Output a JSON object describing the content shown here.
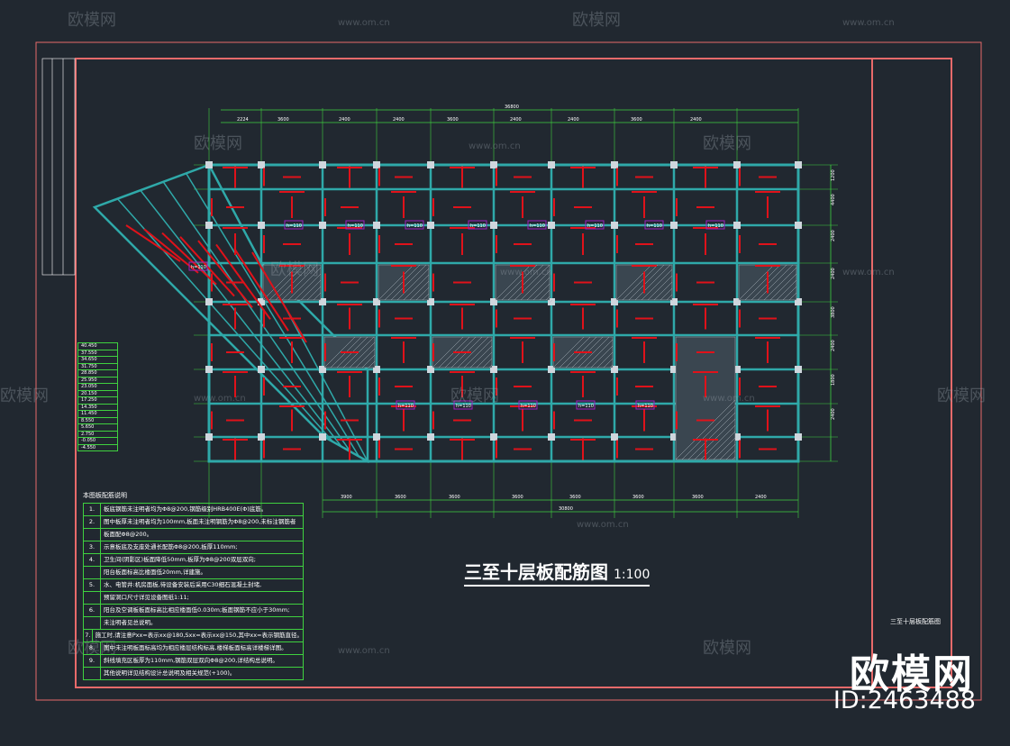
{
  "drawing": {
    "title": "三至十层板配筋图",
    "scale": "1:100",
    "stamp": "三至十层板配筋图",
    "total_dim_top": "36800",
    "total_dim_bottom": "30800",
    "top_dims": [
      "2224",
      "3600",
      "2400",
      "2400",
      "3600",
      "2400",
      "2400",
      "3600",
      "2400"
    ],
    "bottom_dims": [
      "3900",
      "3600",
      "3600",
      "3600",
      "3600",
      "3600",
      "3600",
      "2400"
    ],
    "right_dims": [
      "1200",
      "4400",
      "2400",
      "2400",
      "3800",
      "2400",
      "1800",
      "2400"
    ],
    "labels_h110": "h=110",
    "notes_heading": "本图板配筋说明",
    "notes": [
      {
        "n": "1.",
        "t": "板底钢筋未注明者均为Φ8@200,钢筋级别HRB400E(Φ)底筋。"
      },
      {
        "n": "2.",
        "t": "图中板厚未注明者均为100mm,板面未注明钢筋为Φ8@200,未标注钢筋者"
      },
      {
        "n": "",
        "t": "板面配Φ8@200。"
      },
      {
        "n": "3.",
        "t": "示意板底及支座处通长配筋Φ8@200,板厚110mm;"
      },
      {
        "n": "4.",
        "t": "卫生间(阴影区)板面降低50mm,板厚为Φ8@200双层双向;"
      },
      {
        "n": "",
        "t": "阳台板面标高比楼面低20mm,详建施。"
      },
      {
        "n": "5.",
        "t": "水、电管井:机房面板,待设备安装后采用C30细石混凝土封堵,"
      },
      {
        "n": "",
        "t": "预留洞口尺寸详见设备图纸1:11;"
      },
      {
        "n": "6.",
        "t": "阳台及空调板板面标高比相应楼面低0.030m;板面钢筋不应小于30mm;"
      },
      {
        "n": "",
        "t": "未注明者见总说明。"
      },
      {
        "n": "7.",
        "t": "施工时,请注意Pxx=表示xx@180,Sxx=表示xx@150,其中xx=表示钢筋直径。"
      },
      {
        "n": "8.",
        "t": "图中未注明板面标高均为相应楼层结构标高,楼梯板面标高详楼梯详图。"
      },
      {
        "n": "9.",
        "t": "斜线填充区板厚为110mm,钢筋双层双向Φ8@200,详结构总说明。"
      },
      {
        "n": "",
        "t": "其他说明详见结构设计总说明及相关规范(+100)。"
      }
    ],
    "level_table": {
      "rows": [
        "40.450",
        "37.550",
        "34.650",
        "31.750",
        "28.850",
        "25.950",
        "23.050",
        "20.150",
        "17.250",
        "14.350",
        "11.450",
        "8.550",
        "5.650",
        "2.750",
        "-0.050",
        "-4.550"
      ]
    }
  },
  "watermark": {
    "brand": "欧模网",
    "url": "www.om.cn",
    "id": "ID:2463488"
  },
  "colors": {
    "background": "#212830",
    "axis": "#3fd13f",
    "beam": "#2fa9a9",
    "rebar": "#e0121a",
    "frame": "#e86a6a",
    "label": "#ffffff",
    "tag": "#a020c0"
  }
}
